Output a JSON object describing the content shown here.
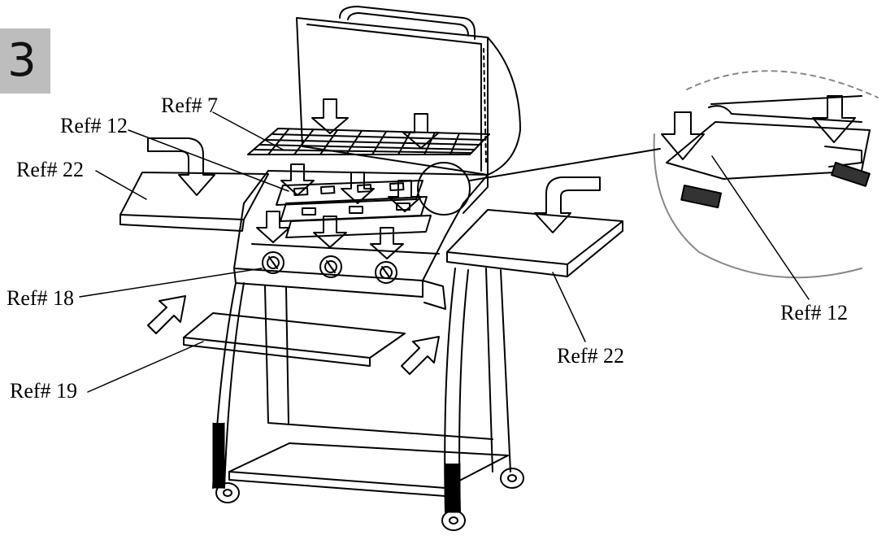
{
  "step": "3",
  "labels": {
    "grate": "Ref# 7",
    "flame_tamer_main": "Ref# 12",
    "flame_tamer_detail": "Ref# 12",
    "side_shelf_left": "Ref# 22",
    "side_shelf_right": "Ref# 22",
    "control_knob": "Ref# 18",
    "bottom_shelf": "Ref# 19"
  },
  "colors": {
    "line": "#000000",
    "step_box": "#bdbdbd",
    "background": "#ffffff"
  }
}
